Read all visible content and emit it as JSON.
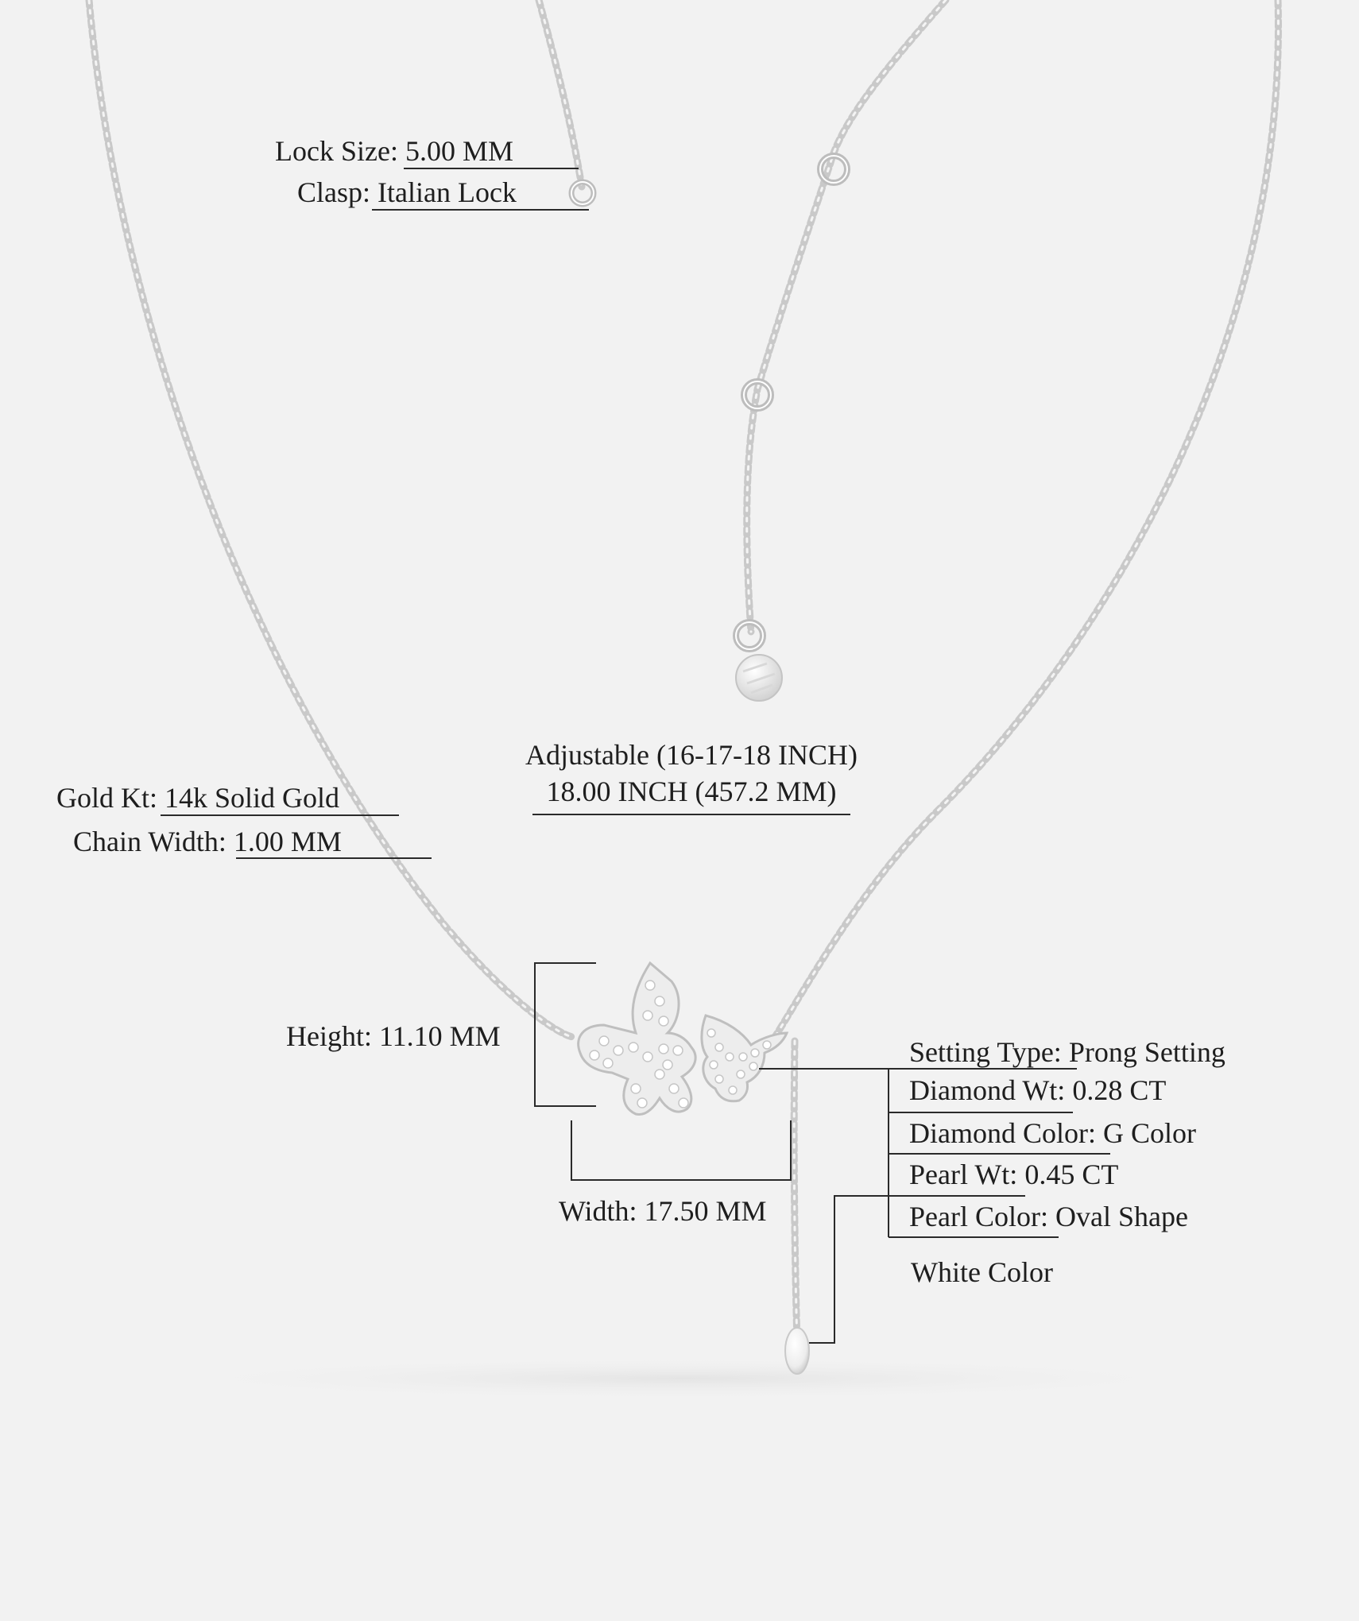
{
  "specs": {
    "lock_size": {
      "label": "Lock Size:",
      "value": " 5.00 MM"
    },
    "clasp": {
      "label": "Clasp:",
      "value": " Italian Lock"
    },
    "length_adjustable": "Adjustable (16-17-18 INCH)",
    "length_total": "18.00 INCH (457.2 MM)",
    "gold_kt": {
      "label": "Gold Kt:",
      "value": " 14k Solid Gold"
    },
    "chain_width": {
      "label": "Chain Width:",
      "value": " 1.00 MM"
    },
    "height": {
      "label": "Height:",
      "value": " 11.10 MM"
    },
    "width": {
      "label": "Width:",
      "value": " 17.50 MM"
    },
    "setting_type": {
      "label": "Setting Type:",
      "value": " Prong Setting"
    },
    "diamond_wt": {
      "label": "Diamond Wt:",
      "value": " 0.28 CT"
    },
    "diamond_color": {
      "label": "Diamond Color:",
      "value": " G Color"
    },
    "pearl_wt": {
      "label": "Pearl Wt:",
      "value": " 0.45 CT"
    },
    "pearl_color": {
      "label": "Pearl Color:",
      "value": " Oval Shape"
    },
    "pearl_color_extra": "White Color"
  },
  "colors": {
    "background": "#f2f2f2",
    "text": "#1e1e1e",
    "leader_line": "#2a2a2a",
    "chain": "#c9c9c9",
    "metal_highlight": "#ffffff"
  },
  "icons": {
    "pendant": "butterfly-pendant-icon",
    "pearl": "pearl-drop-icon",
    "clasp": "lobster-clasp-icon"
  }
}
